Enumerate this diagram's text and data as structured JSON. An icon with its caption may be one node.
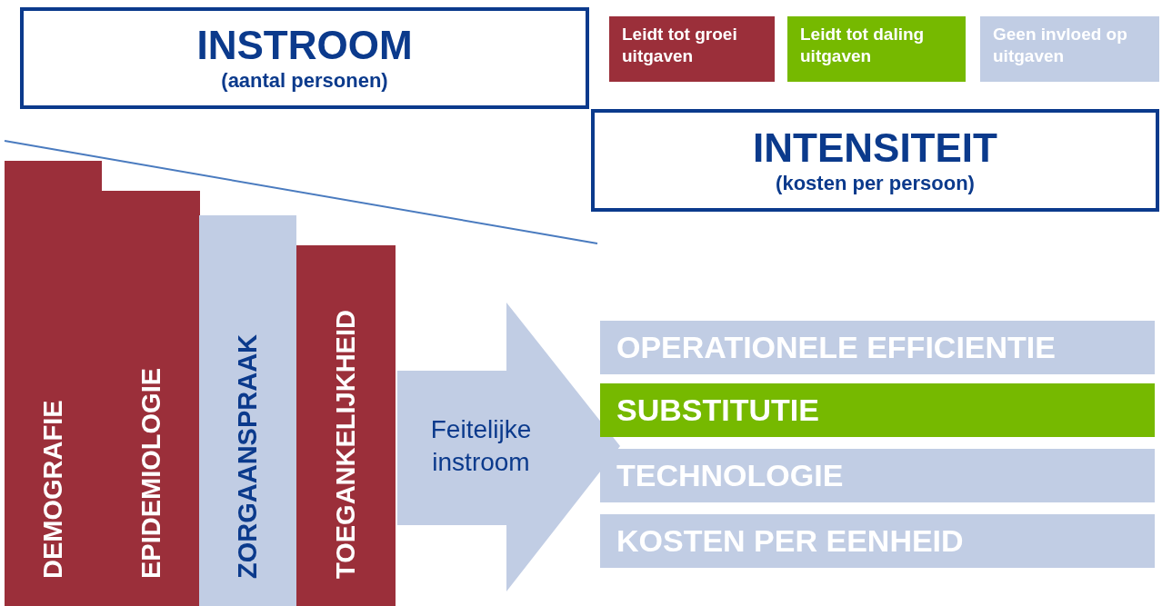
{
  "diagram": {
    "nodes": [
      {
        "text": [
          "INSTROOM",
          "(aantal personen)"
        ]
      },
      {
        "text": [
          "INTENSITEIT",
          "(kosten per persoon)"
        ]
      },
      {
        "text": [
          "DEMOGRAFIE"
        ]
      },
      {
        "text": [
          "EPIDEMIOLOGIE"
        ]
      },
      {
        "text": [
          "ZORGAANSPRAAK"
        ]
      },
      {
        "text": [
          "TOEGANKELIJKHEID"
        ]
      },
      {
        "text": [
          "Feitelijke instroom"
        ]
      },
      {
        "text": [
          "OPERATIONELE EFFICIENTIE"
        ]
      },
      {
        "text": [
          "SUBSTITUTIE"
        ]
      },
      {
        "text": [
          "TECHNOLOGIE"
        ]
      },
      {
        "text": [
          "KOSTEN PER EENHEID"
        ]
      }
    ],
    "legend": [
      {
        "text": "Leidt tot groei uitgaven",
        "color": "#9b2f3a"
      },
      {
        "text": "Leidt tot daling uitgaven",
        "color": "#76b900"
      },
      {
        "text": "Geen invloed op uitgaven",
        "color": "#c1cde4"
      }
    ]
  }
}
